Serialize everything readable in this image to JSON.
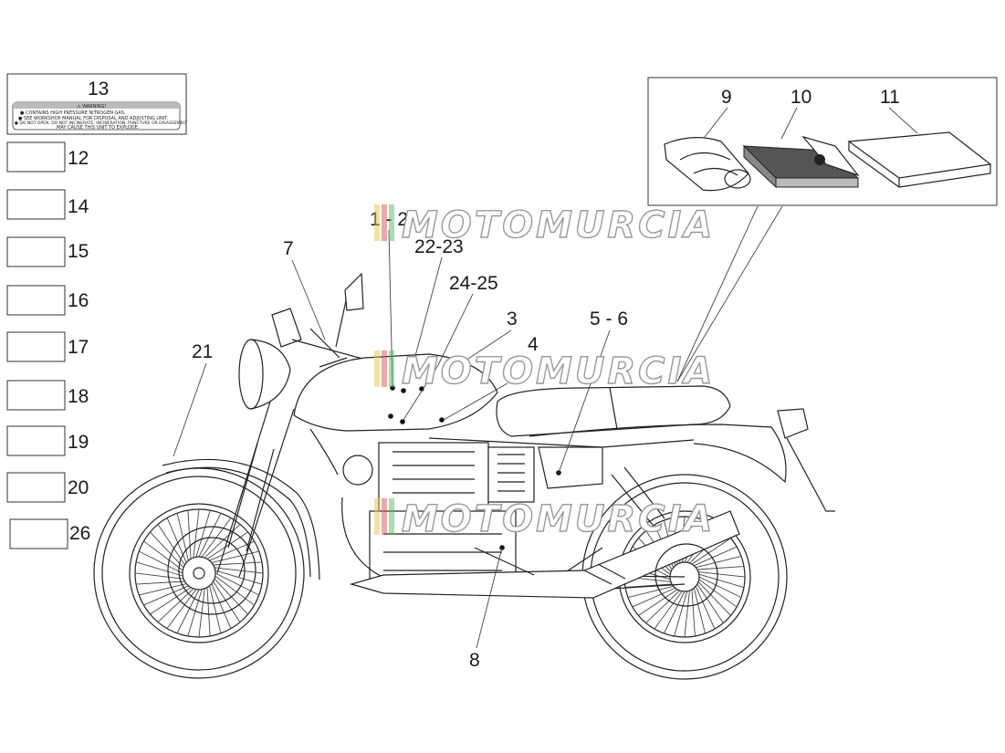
{
  "warning_label": {
    "number": "13",
    "heading": "⚠ WARNING!",
    "lines": [
      "● CONTAINS HIGH PRESSURE NITROGEN GAS.",
      "● SEE WORKSHOP MANUAL FOR DISPOSAL AND ADJUSTING UNIT.",
      "● DO NOT OPEN. DO NOT INCINERATE. INCINERATION, PUNCTURE OR DISASSEMBLY",
      "MAY CAUSE THIS UNIT TO EXPLODE."
    ]
  },
  "sticker_boxes": [
    "12",
    "14",
    "15",
    "16",
    "17",
    "18",
    "19",
    "20",
    "26"
  ],
  "kit_box": {
    "items": [
      "9",
      "10",
      "11"
    ]
  },
  "callouts": {
    "c1": "1 - 2",
    "c22": "22-23",
    "c24": "24-25",
    "c3": "3",
    "c4": "4",
    "c56": "5 - 6",
    "c7": "7",
    "c8": "8",
    "c21": "21"
  },
  "watermark": "MOTOMURCIA",
  "colors": {
    "line": "#222222",
    "background": "#ffffff",
    "watermark_stroke": "#9a9a9a",
    "wm_red": "#d9534f",
    "wm_green": "#5cb85c",
    "wm_yellow": "#e6c84a"
  }
}
